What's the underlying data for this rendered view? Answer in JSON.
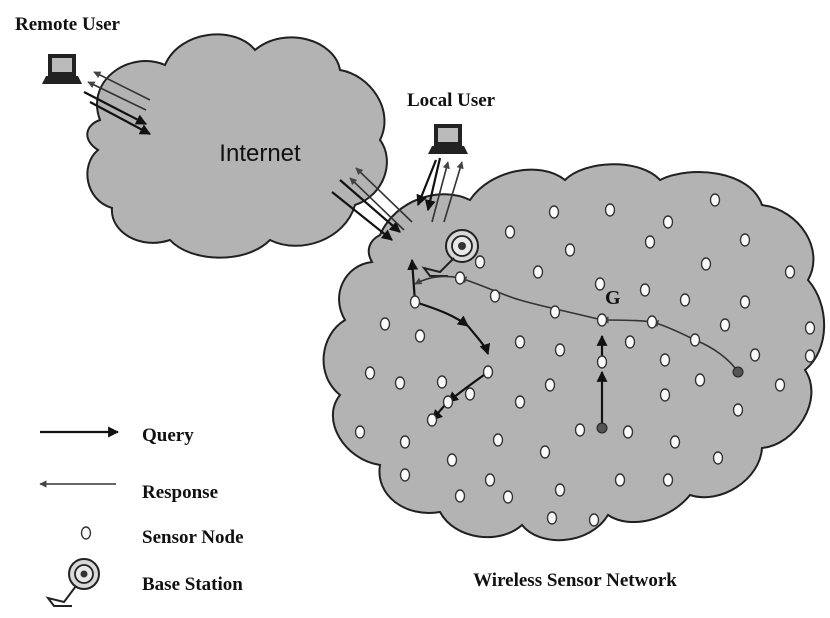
{
  "remote_user_label": "Remote User",
  "local_user_label": "Local User",
  "internet_label": "Internet",
  "network_label": "Wireless Sensor Network",
  "gateway_label": "G",
  "legend": {
    "query": "Query",
    "response": "Response",
    "sensor_node": "Sensor Node",
    "base_station": "Base Station"
  },
  "colors": {
    "cloud_fill": "#b3b3b3",
    "outline": "#202020",
    "node_fill": "#fafafa",
    "arrow": "#111111",
    "source_node": "#555555"
  },
  "icons": {
    "user_terminal": "laptop-icon",
    "base_station": "satellite-dish-icon"
  }
}
